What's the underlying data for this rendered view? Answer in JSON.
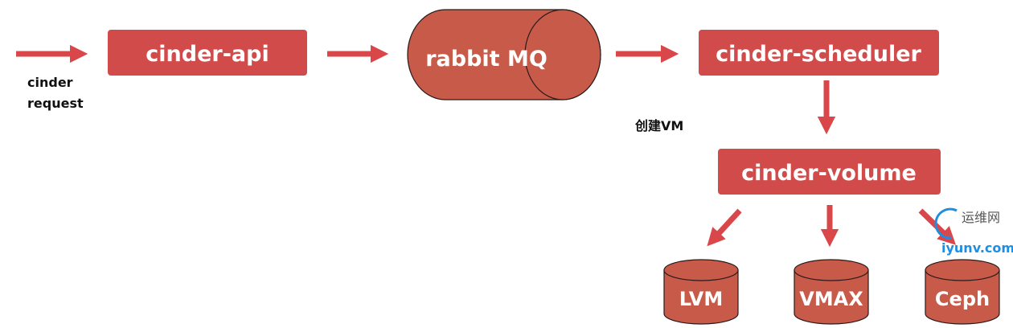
{
  "colors": {
    "box": "#d24b4b",
    "cylinder": "#c85a4a",
    "arrow": "#d9474a",
    "outline": "#2a1a1a"
  },
  "request_label": [
    "cinder",
    "request"
  ],
  "nodes": {
    "api": "cinder-api",
    "mq": "rabbit MQ",
    "scheduler": "cinder-scheduler",
    "volume": "cinder-volume",
    "backends": [
      "LVM",
      "VMAX",
      "Ceph"
    ]
  },
  "edge_label": "创建VM",
  "watermark": {
    "top": "运维网",
    "bottom": "iyunv.com"
  }
}
